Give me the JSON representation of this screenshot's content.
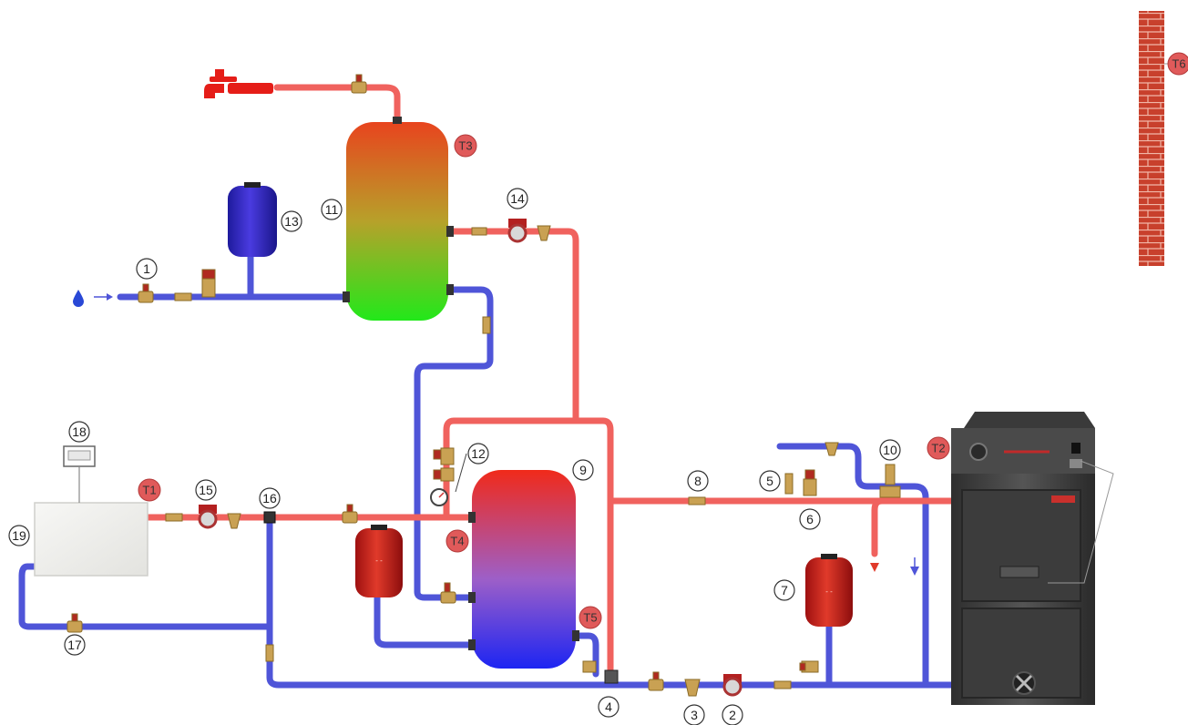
{
  "numbers": {
    "n1": "1",
    "n2": "2",
    "n3": "3",
    "n4": "4",
    "n5": "5",
    "n6": "6",
    "n7": "7",
    "n8": "8",
    "n9": "9",
    "n10": "10",
    "n11": "11",
    "n12": "12",
    "n13": "13",
    "n14": "14",
    "n15": "15",
    "n16": "16",
    "n17": "17",
    "n18": "18",
    "n19": "19"
  },
  "sensors": {
    "t1": "T1",
    "t2": "T2",
    "t3": "T3",
    "t4": "T4",
    "t5": "T5",
    "t6": "T6"
  },
  "colors": {
    "hot_pipe": "#f0625e",
    "cold_pipe": "#4f55d8",
    "sensor_badge": "#e05a5a",
    "valve_brass": "#c9a153",
    "tank_red": "#c8261e",
    "boiler_body": "#404040",
    "wall_brick": "#c8402c"
  }
}
